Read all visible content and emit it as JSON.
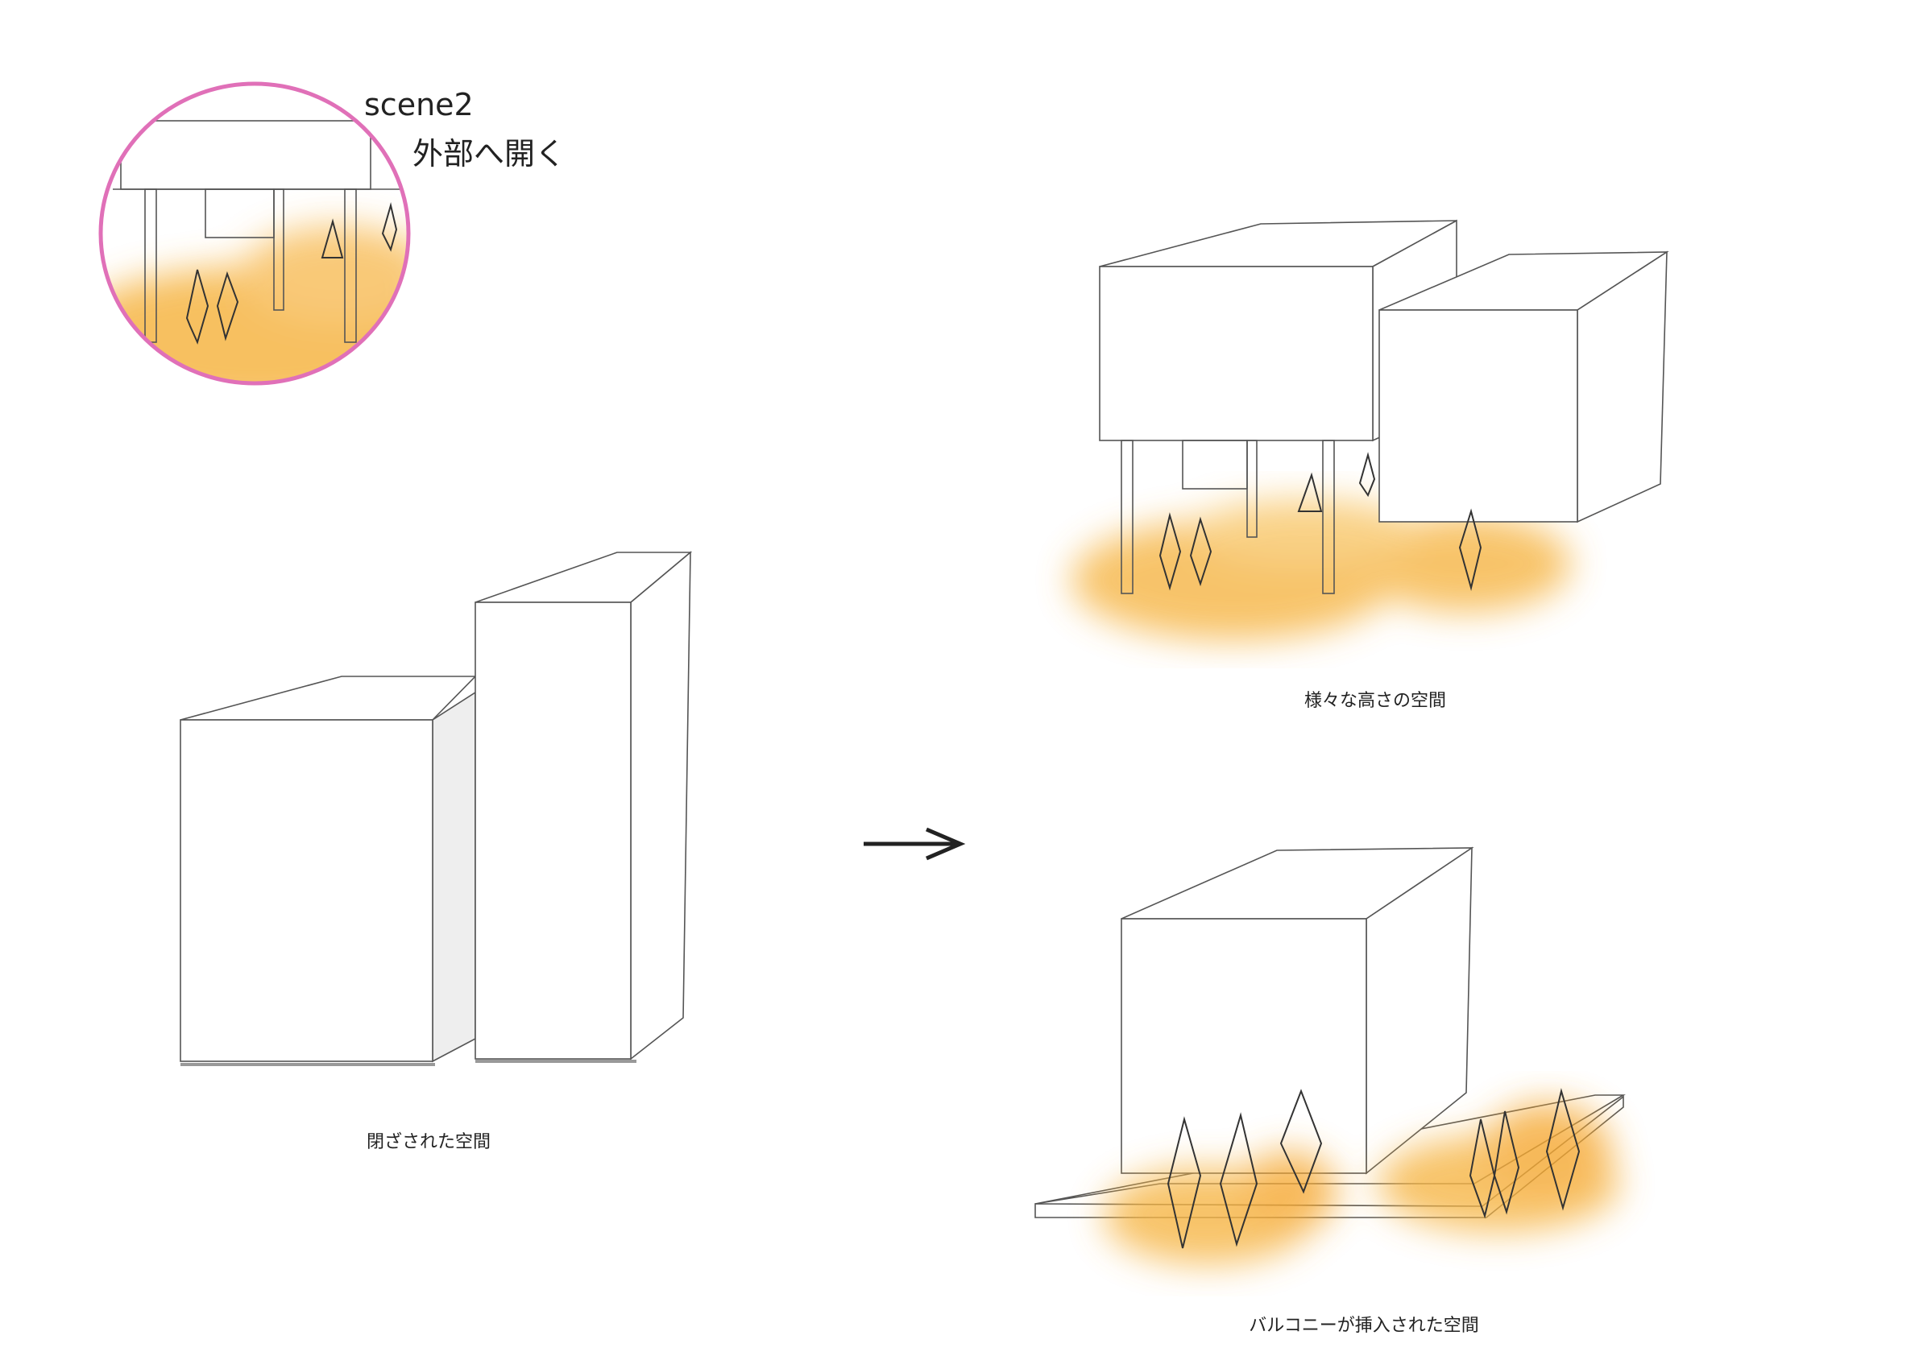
{
  "inset": {
    "title": "scene2",
    "subtitle": "外部へ開く",
    "ring_color": "#e070b8"
  },
  "panels": [
    {
      "caption": "閉ざされた空間"
    },
    {
      "caption": "様々な高さの空間"
    },
    {
      "caption": "バルコニーが挿入された空間"
    }
  ],
  "colors": {
    "glow": "#f5b040",
    "line": "#555555"
  }
}
